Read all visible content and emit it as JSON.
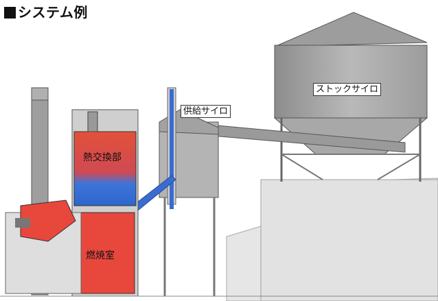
{
  "title": "システム例",
  "labels": {
    "heat_exchanger": "熱交換部",
    "combustion_chamber": "燃焼室",
    "supply_silo": "供給サイロ",
    "stock_silo": "ストックサイロ"
  },
  "colors": {
    "combustion": "#e8473c",
    "heat_exchange_top": "#e0503a",
    "heat_exchange_bottom": "#2f6fd6",
    "feed_pipe": "#3a6bd0",
    "structure": "#c8c8c8",
    "structure_dark": "#9a9a9a",
    "ground": "#e4e4e4"
  }
}
